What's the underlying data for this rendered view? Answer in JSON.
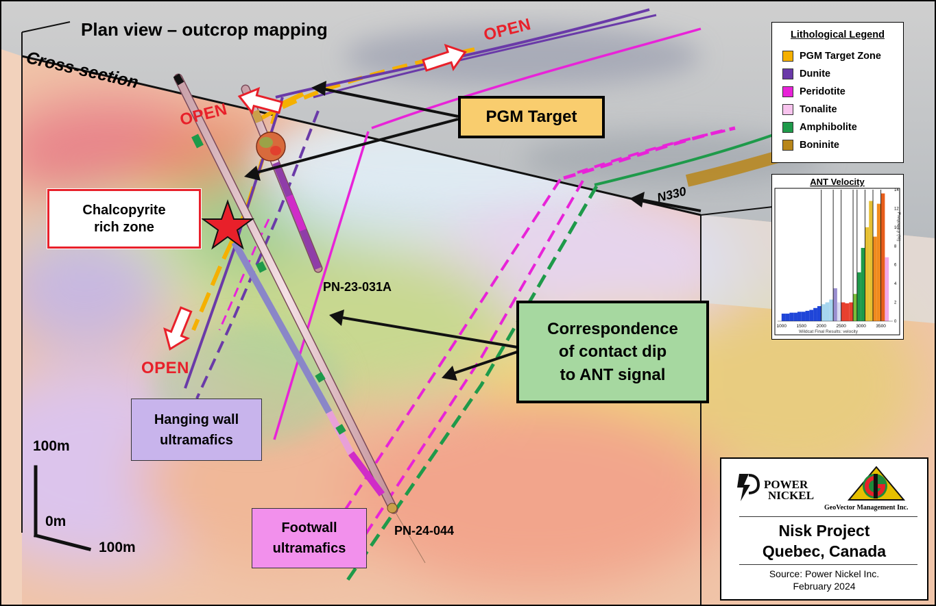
{
  "labels": {
    "plan_view": "Plan view – outcrop mapping",
    "cross_section": "Cross-section",
    "open": "OPEN",
    "pgm_target": "PGM Target",
    "chalcopyrite_line1": "Chalcopyrite",
    "chalcopyrite_line2": "rich zone",
    "pn_23_031a": "PN-23-031A",
    "pn_24_044": "PN-24-044",
    "n330": "N330",
    "correspondence_line1": "Correspondence",
    "correspondence_line2": "of contact dip",
    "correspondence_line3": "to ANT signal",
    "hanging_line1": "Hanging wall",
    "hanging_line2": "ultramafics",
    "footwall_line1": "Footwall",
    "footwall_line2": "ultramafics",
    "scale_100m_vertical": "100m",
    "scale_0m": "0m",
    "scale_100m_horizontal": "100m"
  },
  "legend": {
    "title": "Lithological Legend",
    "items": [
      {
        "label": "PGM Target Zone",
        "color": "#f5b000"
      },
      {
        "label": "Dunite",
        "color": "#6a3aa8"
      },
      {
        "label": "Peridotite",
        "color": "#e823d8"
      },
      {
        "label": "Tonalite",
        "color": "#f8c4ee"
      },
      {
        "label": "Amphibolite",
        "color": "#1e9a4a"
      },
      {
        "label": "Boninite",
        "color": "#b8861a"
      }
    ]
  },
  "ant_chart": {
    "title": "ANT Velocity",
    "xlabel": "Wildcat Final Results: velocity",
    "ylabel": "Frequency (%)",
    "x_ticks": [
      "1000",
      "1500",
      "2000",
      "2500",
      "3000",
      "3500"
    ],
    "y_ticks": [
      "0",
      "2",
      "4",
      "6",
      "8",
      "10",
      "12",
      "14"
    ]
  },
  "chart_data": {
    "type": "bar",
    "title": "ANT Velocity",
    "xlabel": "Wildcat Final Results: velocity",
    "ylabel": "Frequency (%)",
    "xlim": [
      900,
      3800
    ],
    "ylim": [
      0,
      14
    ],
    "bins": [
      {
        "x0": 1000,
        "x1": 1100,
        "y": 0.8,
        "color": "#1f45d8"
      },
      {
        "x0": 1100,
        "x1": 1200,
        "y": 0.8,
        "color": "#1f45d8"
      },
      {
        "x0": 1200,
        "x1": 1300,
        "y": 0.9,
        "color": "#1f45d8"
      },
      {
        "x0": 1300,
        "x1": 1400,
        "y": 0.9,
        "color": "#1f45d8"
      },
      {
        "x0": 1400,
        "x1": 1500,
        "y": 1.0,
        "color": "#1f45d8"
      },
      {
        "x0": 1500,
        "x1": 1600,
        "y": 1.0,
        "color": "#1f45d8"
      },
      {
        "x0": 1600,
        "x1": 1700,
        "y": 1.1,
        "color": "#1f45d8"
      },
      {
        "x0": 1700,
        "x1": 1800,
        "y": 1.2,
        "color": "#1f45d8"
      },
      {
        "x0": 1800,
        "x1": 1900,
        "y": 1.4,
        "color": "#1f45d8"
      },
      {
        "x0": 1900,
        "x1": 2000,
        "y": 1.6,
        "color": "#1f45d8"
      },
      {
        "x0": 2000,
        "x1": 2100,
        "y": 1.8,
        "color": "#a6d6ef"
      },
      {
        "x0": 2100,
        "x1": 2200,
        "y": 2.0,
        "color": "#a6d6ef"
      },
      {
        "x0": 2200,
        "x1": 2300,
        "y": 2.3,
        "color": "#a6d6ef"
      },
      {
        "x0": 2300,
        "x1": 2400,
        "y": 3.5,
        "color": "#9a8fd0"
      },
      {
        "x0": 2400,
        "x1": 2500,
        "y": 2.0,
        "color": "#d9d9f0"
      },
      {
        "x0": 2500,
        "x1": 2600,
        "y": 2.0,
        "color": "#e8402e"
      },
      {
        "x0": 2600,
        "x1": 2700,
        "y": 1.9,
        "color": "#e8402e"
      },
      {
        "x0": 2700,
        "x1": 2800,
        "y": 2.0,
        "color": "#e8402e"
      },
      {
        "x0": 2800,
        "x1": 2900,
        "y": 2.9,
        "color": "#7abf3a"
      },
      {
        "x0": 2900,
        "x1": 3000,
        "y": 5.2,
        "color": "#1e9a4a"
      },
      {
        "x0": 3000,
        "x1": 3100,
        "y": 7.8,
        "color": "#1e9a4a"
      },
      {
        "x0": 3100,
        "x1": 3200,
        "y": 10.0,
        "color": "#e6c032"
      },
      {
        "x0": 3200,
        "x1": 3300,
        "y": 12.8,
        "color": "#e6c032"
      },
      {
        "x0": 3300,
        "x1": 3400,
        "y": 9.0,
        "color": "#f08a1e"
      },
      {
        "x0": 3400,
        "x1": 3500,
        "y": 12.5,
        "color": "#f08a1e"
      },
      {
        "x0": 3500,
        "x1": 3600,
        "y": 13.6,
        "color": "#e85e1a"
      },
      {
        "x0": 3600,
        "x1": 3700,
        "y": 6.8,
        "color": "#f2a9e8"
      }
    ],
    "vertical_lines": [
      2000,
      2300,
      2500,
      2800,
      2900,
      3100,
      3300,
      3500
    ]
  },
  "credits": {
    "power_nickel_line1": "POWER",
    "power_nickel_line2": "NICKEL",
    "geovector": "GeoVector Management Inc.",
    "project_line1": "Nisk Project",
    "project_line2": "Quebec, Canada",
    "source": "Source: Power Nickel Inc.",
    "date": "February 2024"
  }
}
